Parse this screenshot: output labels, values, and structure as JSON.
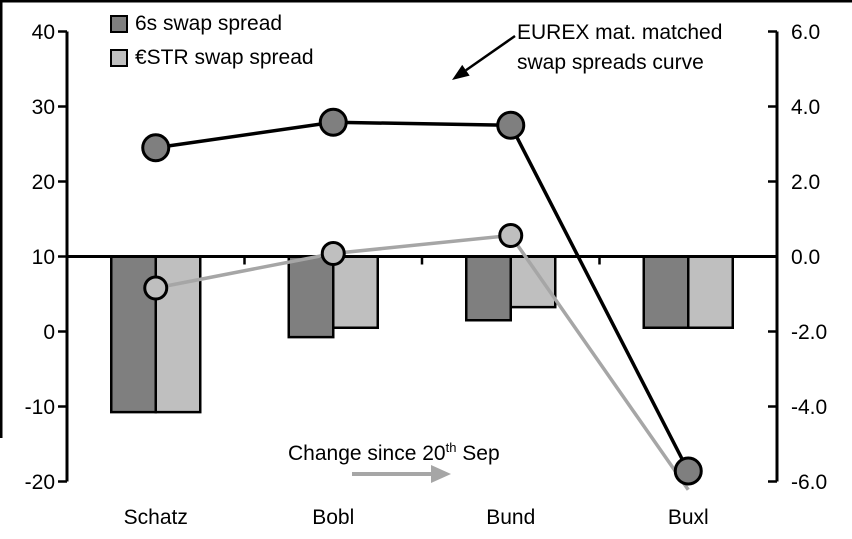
{
  "chart_data": {
    "type": "combo",
    "categories": [
      "Schatz",
      "Bobl",
      "Bund",
      "Buxl"
    ],
    "left_axis": {
      "ticks": [
        "40",
        "30",
        "20",
        "10",
        "0",
        "-10",
        "-20"
      ],
      "min": -20,
      "max": 40
    },
    "right_axis": {
      "ticks": [
        "6.0",
        "4.0",
        "2.0",
        "0.0",
        "-2.0",
        "-4.0",
        "-6.0"
      ],
      "min": -6.0,
      "max": 6.0
    },
    "bar_series": [
      {
        "name": "6s swap spread",
        "axis": "right",
        "color": "#7F7F7F",
        "values": [
          -4.15,
          -2.15,
          -1.7,
          -1.9
        ]
      },
      {
        "name": "€STR swap spread",
        "axis": "right",
        "color": "#BFBFBF",
        "values": [
          -4.15,
          -1.9,
          -1.35,
          -1.9
        ]
      }
    ],
    "line_series": [
      {
        "name": "€STR swap spread curve",
        "axis": "left",
        "color": "#A6A6A6",
        "marker_fill": "#BFBFBF",
        "marker_radius": 11,
        "values": [
          5.8,
          10.4,
          12.8,
          -21.1
        ],
        "markers": [
          true,
          true,
          true,
          false
        ]
      },
      {
        "name": "6s swap spread curve",
        "axis": "left",
        "color": "#000000",
        "marker_fill": "#7F7F7F",
        "marker_radius": 13,
        "values": [
          24.5,
          27.9,
          27.5,
          -18.6
        ],
        "markers": [
          true,
          true,
          true,
          true
        ]
      }
    ],
    "legend": [
      {
        "label": "6s swap spread",
        "color": "#7F7F7F"
      },
      {
        "label": "€STR swap spread",
        "color": "#BFBFBF"
      }
    ],
    "annotations": {
      "curve_label": {
        "line1": "EUREX mat. matched",
        "line2": "swap spreads curve"
      },
      "change_note": {
        "prefix": "Change since 20",
        "sup": "th",
        "suffix": " Sep"
      }
    },
    "grid": "off",
    "legend_position": "top-left"
  }
}
